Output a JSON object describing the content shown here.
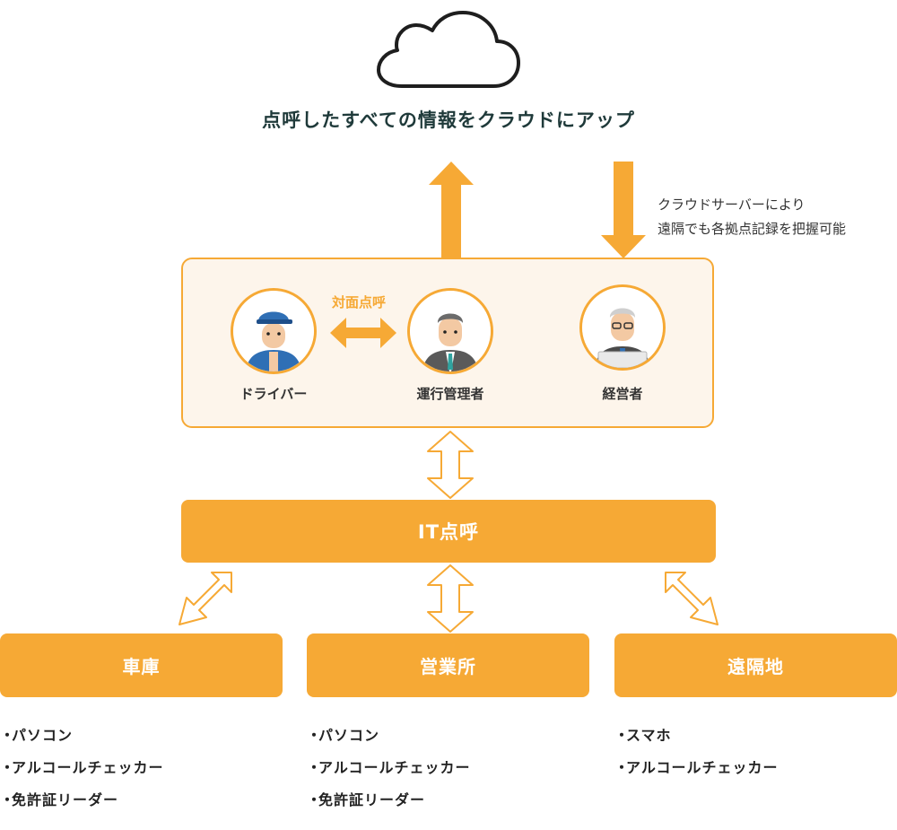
{
  "cloud": {
    "icon": "cloud-icon"
  },
  "title": "点呼したすべての情報をクラウドにアップ",
  "cloud_note": {
    "line1": "クラウドサーバーにより",
    "line2": "遠隔でも各拠点記録を把握可能"
  },
  "panel": {
    "face_to_face_label": "対面点呼",
    "people": [
      {
        "label": "ドライバー",
        "icon": "driver-icon"
      },
      {
        "label": "運行管理者",
        "icon": "operations-manager-icon"
      },
      {
        "label": "経営者",
        "icon": "executive-icon"
      }
    ]
  },
  "it_roll_call": "IT点呼",
  "locations": [
    {
      "name": "車庫",
      "items": [
        "パソコン",
        "アルコールチェッカー",
        "免許証リーダー"
      ]
    },
    {
      "name": "営業所",
      "items": [
        "パソコン",
        "アルコールチェッカー",
        "免許証リーダー"
      ]
    },
    {
      "name": "遠隔地",
      "items": [
        "スマホ",
        "アルコールチェッカー"
      ]
    }
  ],
  "colors": {
    "accent": "#f6a935",
    "panel_bg": "#fdf5eb",
    "title": "#1f3a3a",
    "uniform_blue": "#2f6fb5"
  }
}
